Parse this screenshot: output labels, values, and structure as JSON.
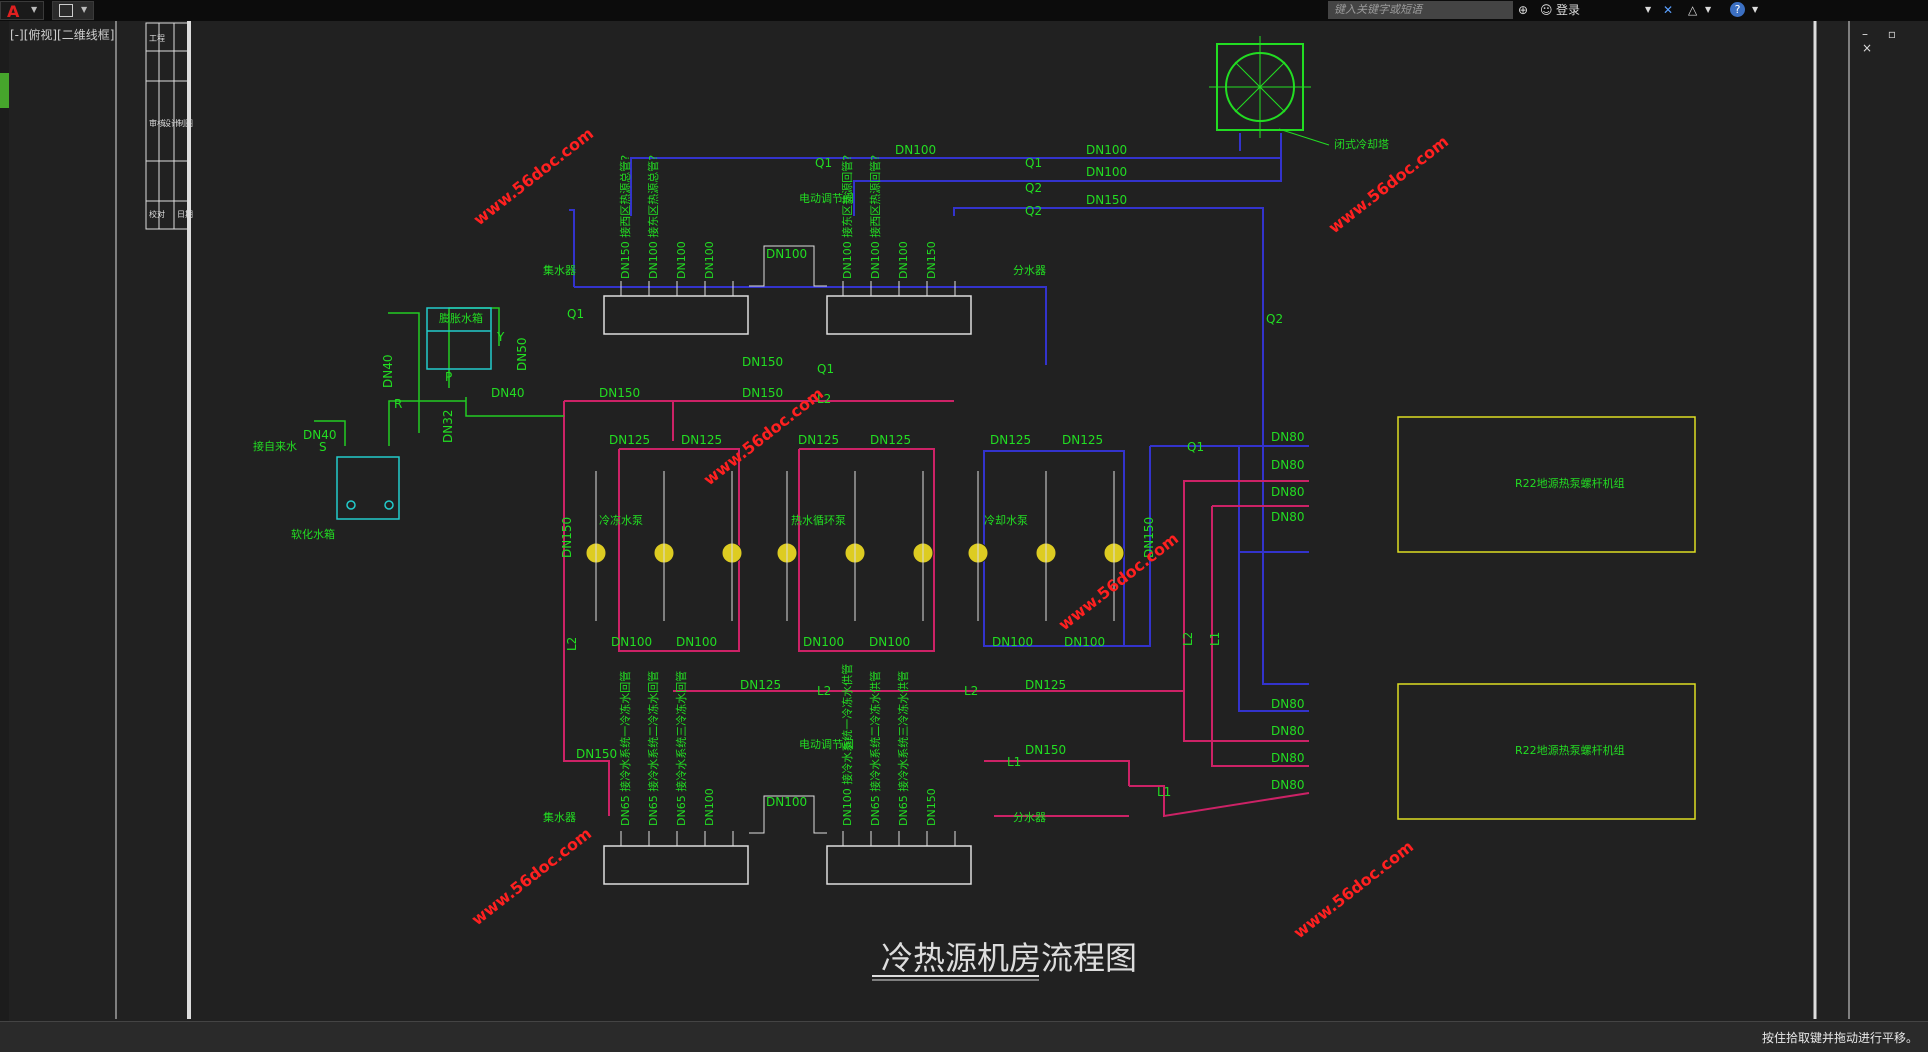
{
  "app": {
    "logo": "autocad-a-icon",
    "search_placeholder": "键入关键字或短语",
    "login_label": "登录",
    "workspace_tab": "[-][俯视][二维线框]",
    "status_hint": "按住拾取键并拖动进行平移。",
    "window_controls": "– ▫ ×"
  },
  "drawing": {
    "title": "冷热源机房流程图",
    "watermark": "www.56doc.com",
    "colors": {
      "supply": "#3333cc",
      "return": "#cc2266",
      "water": "#22cc22",
      "text": "#22dd22",
      "equip": "#dddddd",
      "unit": "#dddd22",
      "cyan": "#22cccc"
    },
    "labels": {
      "tower": "闭式冷却塔",
      "expansion_tank": "膨胀水箱",
      "softened_tank": "软化水箱",
      "tap_water": "接自来水",
      "collector": "集水器",
      "distributor": "分水器",
      "valve": "电动调节阀",
      "chilled_pump": "冷冻水泵",
      "hot_pump": "热水循环泵",
      "cooling_pump": "冷却水泵",
      "unit1": "R22地源热泵螺杆机组",
      "unit2": "R22地源热泵螺杆机组"
    },
    "pipes": {
      "dn150": "DN150",
      "dn125": "DN125",
      "dn100": "DN100",
      "dn80": "DN80",
      "dn65": "DN65",
      "dn40": "DN40",
      "dn32": "DN32",
      "dn50": "DN50",
      "q1": "Q1",
      "q2": "Q2",
      "l1": "L1",
      "l2": "L2",
      "r": "R",
      "s": "S",
      "p": "P",
      "y": "Y"
    },
    "branches_top": [
      "DN150 接西区热源总管?",
      "DN100 接东区热源总管?",
      "DN100",
      "DN100",
      "DN100 接东区热源回管?",
      "DN100 接西区热源回管?",
      "DN100",
      "DN150"
    ],
    "branches_bottom": [
      "DN65 接冷水系统一冷冻水回管",
      "DN65 接冷水系统二冷冻水回管",
      "DN65 接冷水系统三冷冻水回管",
      "DN100",
      "DN100 接冷水系统一冷冻水供管",
      "DN65 接冷水系统二冷冻水供管",
      "DN65 接冷水系统三冷冻水供管",
      "DN150"
    ],
    "title_block": [
      "工程",
      "审核",
      "设计",
      "制图",
      "校对",
      "日期"
    ]
  }
}
